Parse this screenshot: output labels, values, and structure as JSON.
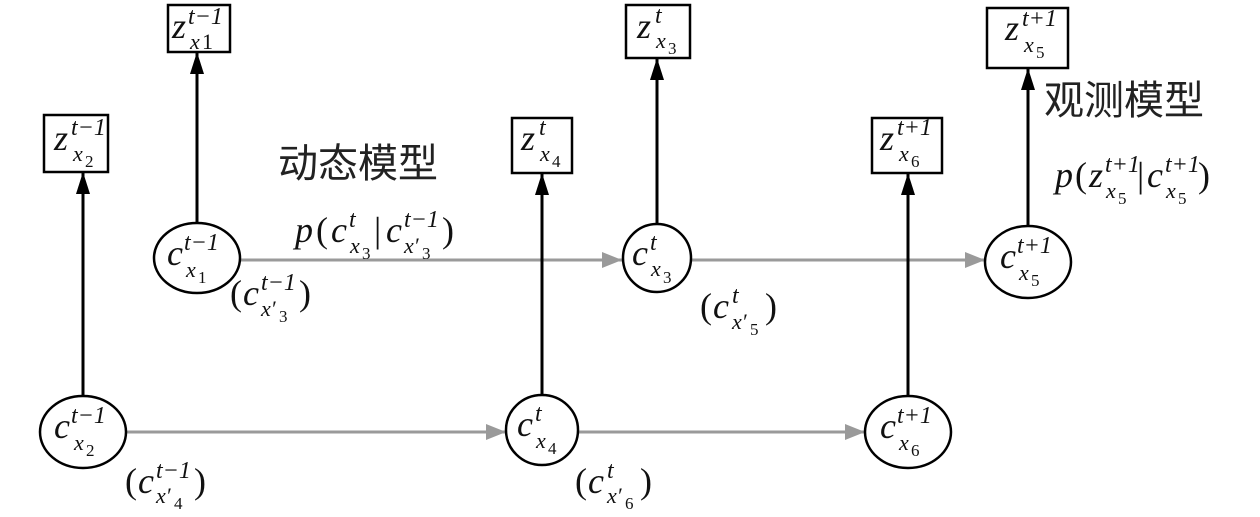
{
  "titles": {
    "dynamic_model": "动态模型",
    "observation_model": "观测模型"
  },
  "observations": [
    {
      "base": "z",
      "sup": "t−1",
      "sub": "x",
      "idx": "1"
    },
    {
      "base": "z",
      "sup": "t−1",
      "sub": "x",
      "idx": "2"
    },
    {
      "base": "z",
      "sup": "t",
      "sub": "x",
      "idx": "3"
    },
    {
      "base": "z",
      "sup": "t",
      "sub": "x",
      "idx": "4"
    },
    {
      "base": "z",
      "sup": "t+1",
      "sub": "x",
      "idx": "5"
    },
    {
      "base": "z",
      "sup": "t+1",
      "sub": "x",
      "idx": "6"
    }
  ],
  "states": [
    {
      "base": "c",
      "sup": "t−1",
      "sub": "x",
      "idx": "1"
    },
    {
      "base": "c",
      "sup": "t−1",
      "sub": "x",
      "idx": "2"
    },
    {
      "base": "c",
      "sup": "t",
      "sub": "x",
      "idx": "3"
    },
    {
      "base": "c",
      "sup": "t",
      "sub": "x",
      "idx": "4"
    },
    {
      "base": "c",
      "sup": "t+1",
      "sub": "x",
      "idx": "5"
    },
    {
      "base": "c",
      "sup": "t+1",
      "sub": "x",
      "idx": "6"
    }
  ],
  "correspondences": [
    {
      "open": "(",
      "base": "c",
      "sup": "t−1",
      "sub": "x′",
      "idx": "3",
      "close": ")"
    },
    {
      "open": "(",
      "base": "c",
      "sup": "t",
      "sub": "x′",
      "idx": "5",
      "close": ")"
    },
    {
      "open": "(",
      "base": "c",
      "sup": "t−1",
      "sub": "x′",
      "idx": "4",
      "close": ")"
    },
    {
      "open": "(",
      "base": "c",
      "sup": "t",
      "sub": "x′",
      "idx": "6",
      "close": ")"
    }
  ],
  "formulas": {
    "dynamic": {
      "fn": "p",
      "open": "(",
      "bar": "|",
      "close": ")",
      "lhs": {
        "base": "c",
        "sup": "t",
        "sub": "x",
        "idx": "3"
      },
      "rhs": {
        "base": "c",
        "sup": "t−1",
        "sub": "x′",
        "idx": "3"
      }
    },
    "observation": {
      "fn": "p",
      "open": "(",
      "bar": "|",
      "close": ")",
      "lhs": {
        "base": "z",
        "sup": "t+1",
        "sub": "x",
        "idx": "5"
      },
      "rhs": {
        "base": "c",
        "sup": "t+1",
        "sub": "x",
        "idx": "5"
      }
    }
  },
  "colors": {
    "outline": "#000000",
    "observation_arrow": "#000000",
    "transition_arrow": "#9a9a9a"
  }
}
